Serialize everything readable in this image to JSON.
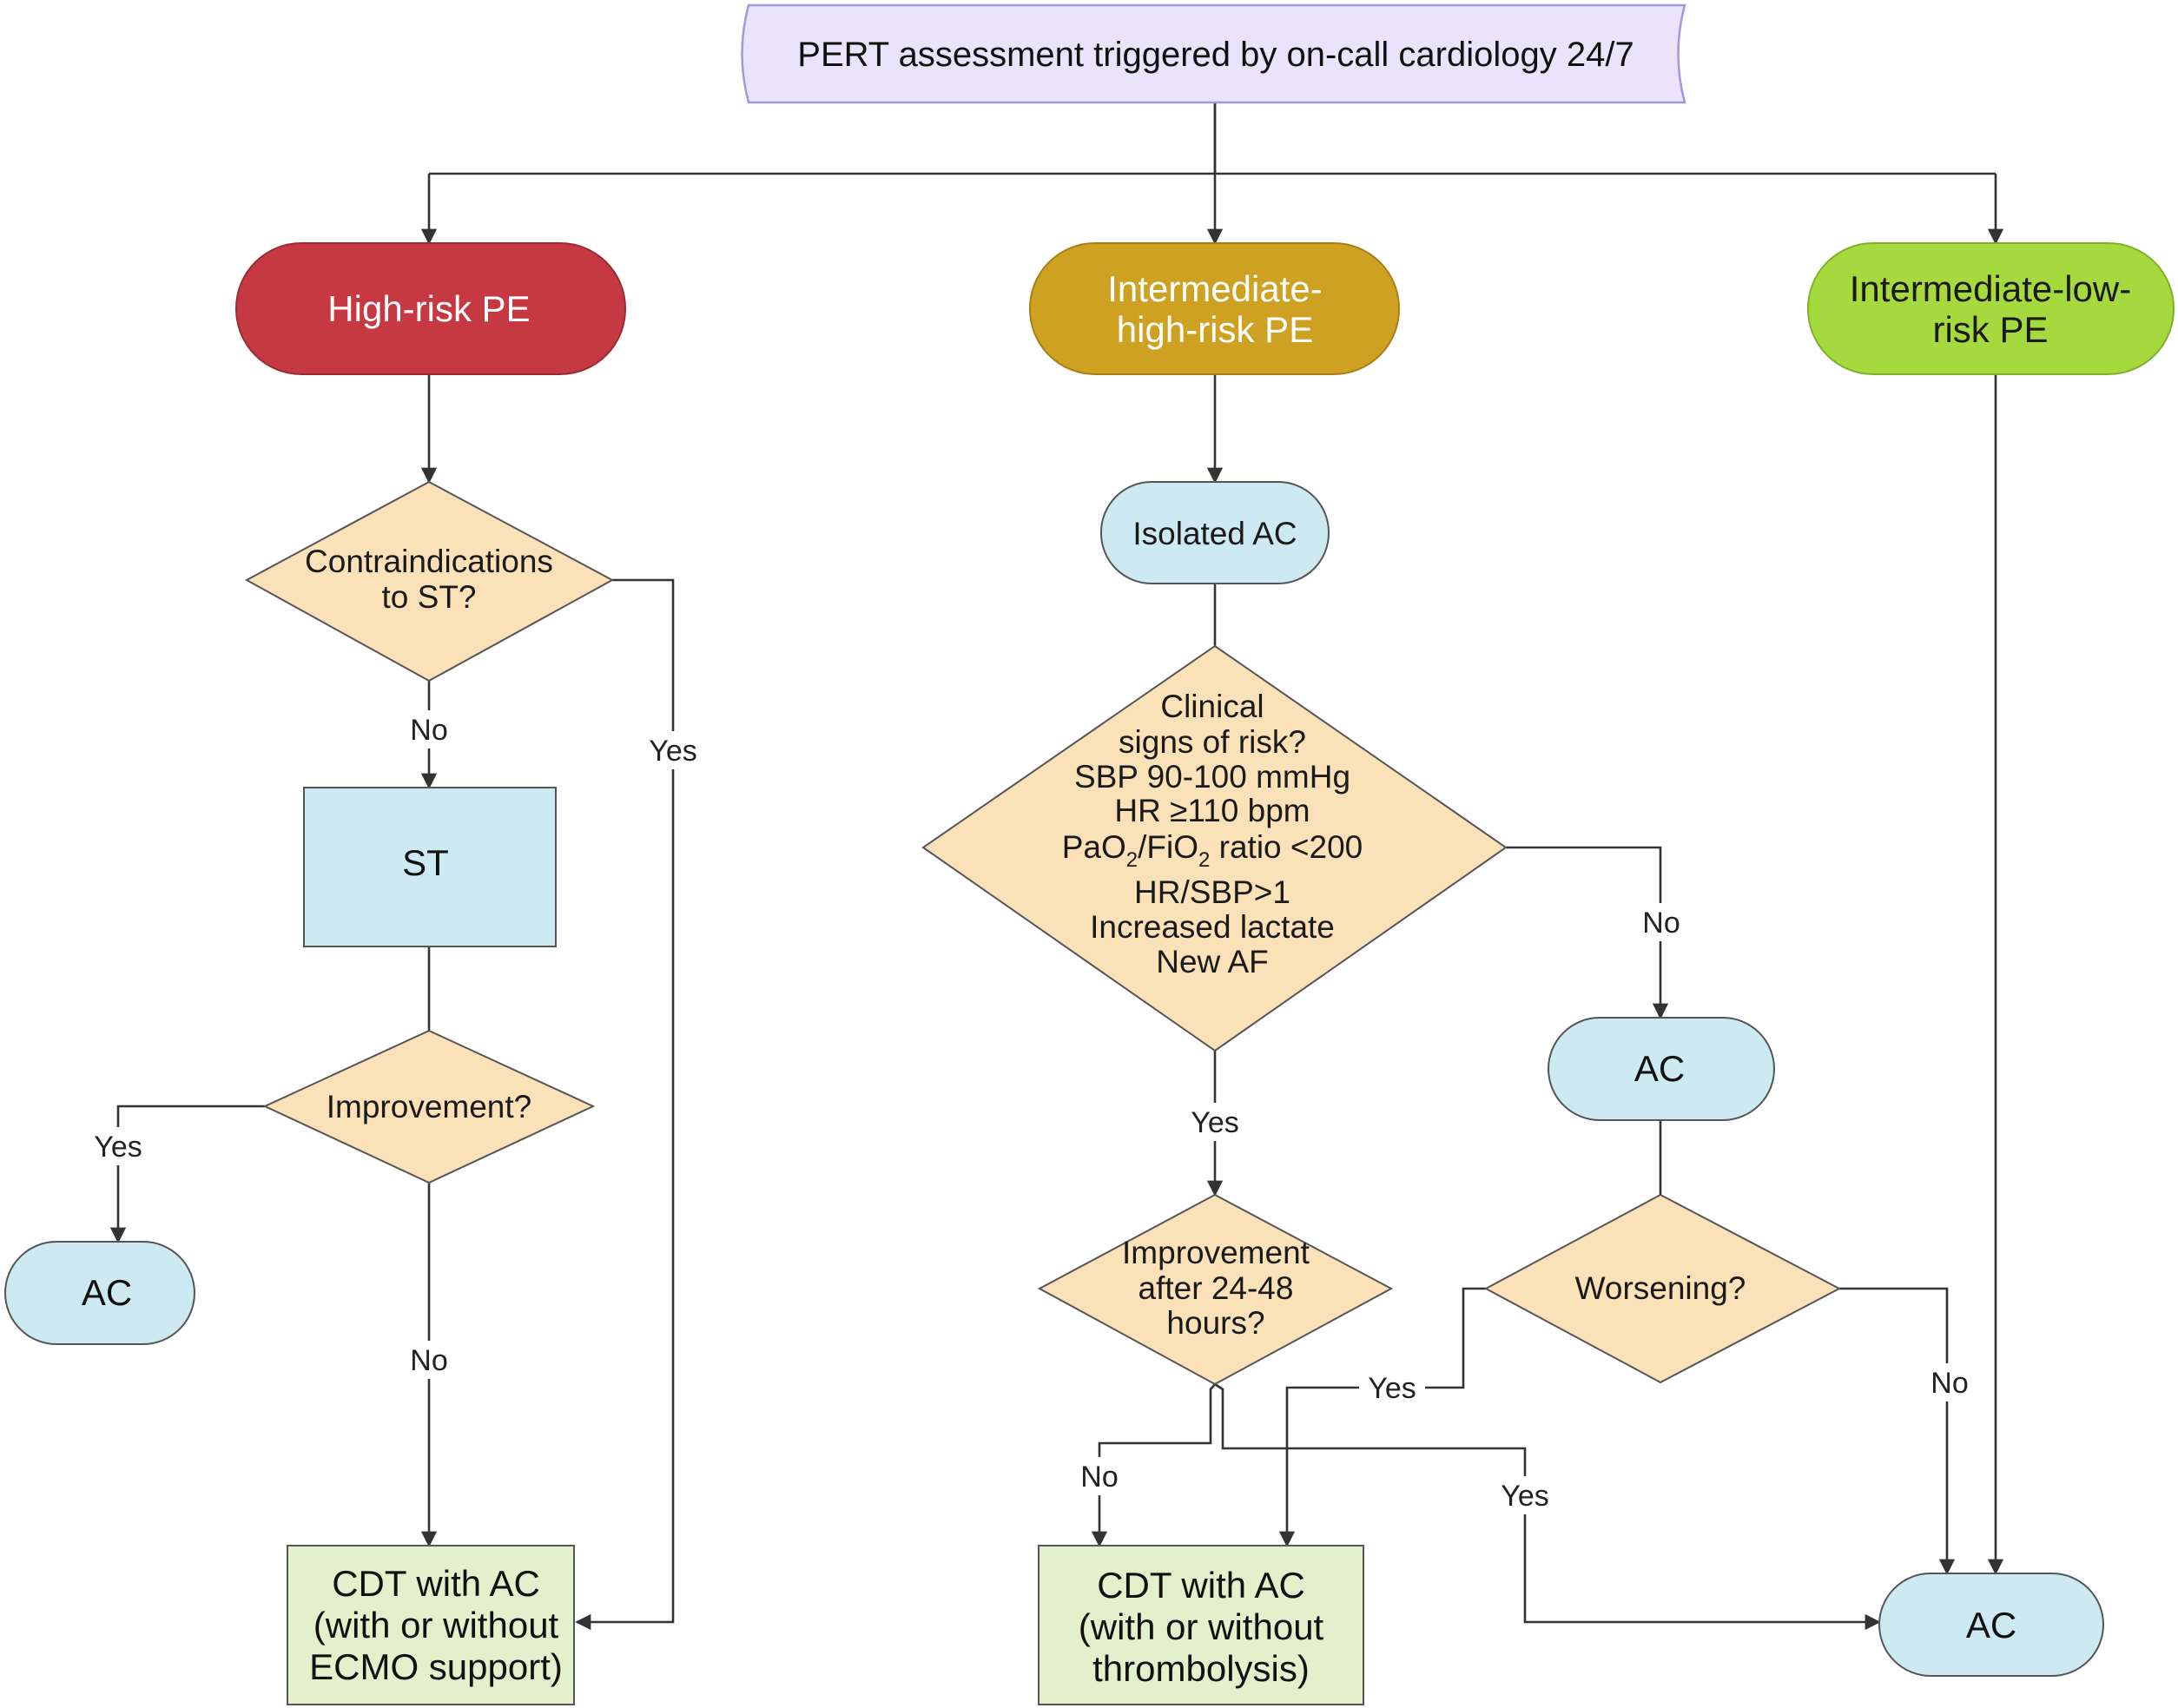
{
  "header": {
    "label": "PERT assessment triggered by on-call cardiology 24/7"
  },
  "branches": {
    "high": {
      "label_lines": [
        "High-risk PE"
      ],
      "color": "#c63842",
      "q1": {
        "lines": [
          "Contraindications",
          "to ST?"
        ],
        "no": "No",
        "yes": "Yes"
      },
      "st": "ST",
      "q2": {
        "lines": [
          "Improvement?"
        ],
        "yes": "Yes",
        "no": "No"
      },
      "ac": "AC",
      "cdt": {
        "lines": [
          "CDT with AC",
          "(with or without",
          "ECMO support)"
        ]
      }
    },
    "intermediate_high": {
      "label_lines": [
        "Intermediate-",
        "high-risk PE"
      ],
      "color": "#cfa122",
      "isolated_ac": "Isolated AC",
      "q_clinical": {
        "lines": [
          "Clinical",
          "signs of risk?",
          "SBP 90-100 mmHg",
          "HR ≥110 bpm"
        ],
        "pao2_fio2": {
          "pa": "PaO",
          "sub1": "2",
          "fi": "/FiO",
          "sub2": "2",
          "rest": " ratio <200"
        },
        "lines_after": [
          "HR/SBP>1",
          "Increased lactate",
          "New AF"
        ],
        "yes": "Yes",
        "no": "No"
      },
      "ac": "AC",
      "q_worsening": {
        "lines": [
          "Worsening?"
        ],
        "yes": "Yes",
        "no": "No"
      },
      "q_improvement": {
        "lines": [
          "Improvement",
          "after 24-48",
          "hours?"
        ],
        "no": "No",
        "yes": "Yes"
      },
      "cdt": {
        "lines": [
          "CDT with AC",
          "(with or without",
          "thrombolysis)"
        ]
      }
    },
    "intermediate_low": {
      "label_lines": [
        "Intermediate-low-",
        "risk PE"
      ],
      "color": "#a6d93d",
      "final_ac": "AC"
    }
  },
  "colors": {
    "header_fill": "#e9e3fb",
    "header_stroke": "#a598d8",
    "decision_fill": "#fbe1b8",
    "process_fill": "#cde9f2",
    "outcome_fill": "#e2f0cb",
    "edge": "#333333"
  }
}
